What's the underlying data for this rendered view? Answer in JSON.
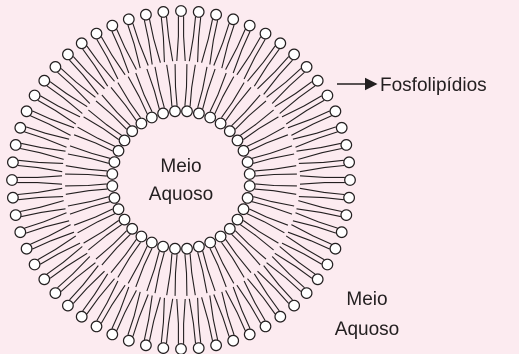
{
  "diagram": {
    "structure": "liposome",
    "inner_label": {
      "line1": "Meio",
      "line2": "Aquoso"
    },
    "outer_label": {
      "line1": "Meio",
      "line2": "Aquoso"
    },
    "pointer_label": "Fosfolipídios",
    "colors": {
      "background": "#fcebf0",
      "stroke": "#231f20",
      "head_fill": "#ffffff"
    }
  }
}
